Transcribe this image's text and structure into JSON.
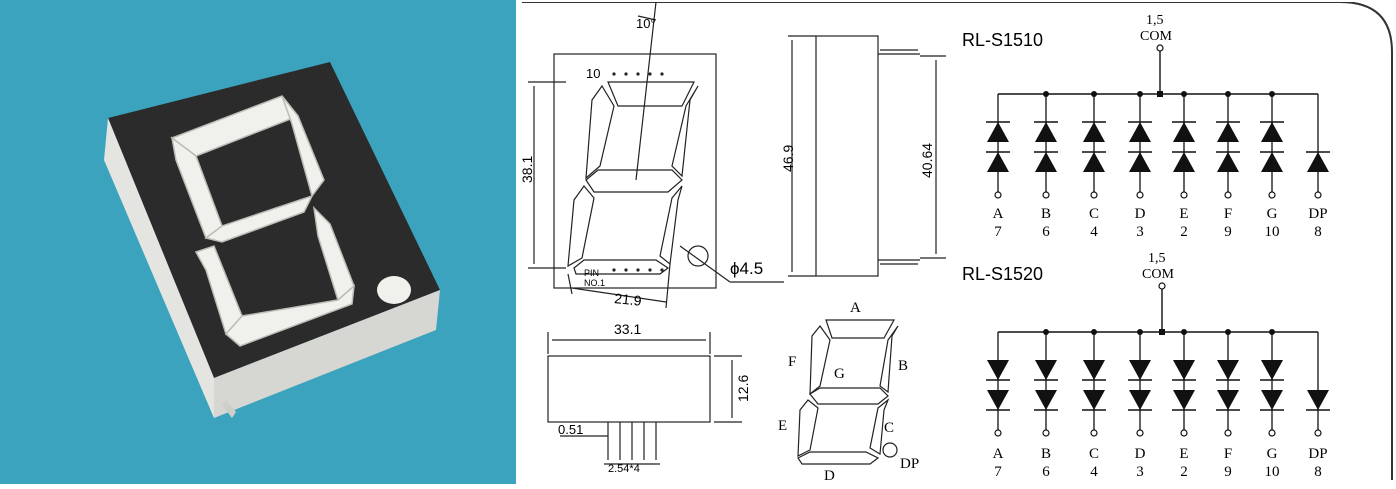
{
  "front_view": {
    "angle": "10°",
    "pin10": "10",
    "pin1_line1": "PIN",
    "pin1_line2": "NO.1",
    "height": "38.1",
    "width": "21.9",
    "dp_diameter": "ϕ4.5"
  },
  "side_view": {
    "total_height": "46.9",
    "body_height": "40.64"
  },
  "bottom_view": {
    "width": "33.1",
    "depth": "12.6",
    "pin_width": "0.51",
    "pin_pitch": "2.54*4"
  },
  "segment_map": {
    "labels": [
      "A",
      "B",
      "C",
      "D",
      "E",
      "F",
      "G",
      "DP"
    ]
  },
  "schematics": [
    {
      "model": "RL-S1510",
      "com_pins": "1,5",
      "com_label": "COM",
      "pins": [
        {
          "seg": "A",
          "num": "7"
        },
        {
          "seg": "B",
          "num": "6"
        },
        {
          "seg": "C",
          "num": "4"
        },
        {
          "seg": "D",
          "num": "3"
        },
        {
          "seg": "E",
          "num": "2"
        },
        {
          "seg": "F",
          "num": "9"
        },
        {
          "seg": "G",
          "num": "10"
        },
        {
          "seg": "DP",
          "num": "8"
        }
      ]
    },
    {
      "model": "RL-S1520",
      "com_pins": "1,5",
      "com_label": "COM",
      "pins": [
        {
          "seg": "A",
          "num": "7"
        },
        {
          "seg": "B",
          "num": "6"
        },
        {
          "seg": "C",
          "num": "4"
        },
        {
          "seg": "D",
          "num": "3"
        },
        {
          "seg": "E",
          "num": "2"
        },
        {
          "seg": "F",
          "num": "9"
        },
        {
          "seg": "G",
          "num": "10"
        },
        {
          "seg": "DP",
          "num": "8"
        }
      ]
    }
  ],
  "colors": {
    "photo_bg": "#3ba3bd",
    "display_face": "#2a2a2a",
    "segment": "#f2f2ee",
    "line": "#1a1a1a"
  }
}
